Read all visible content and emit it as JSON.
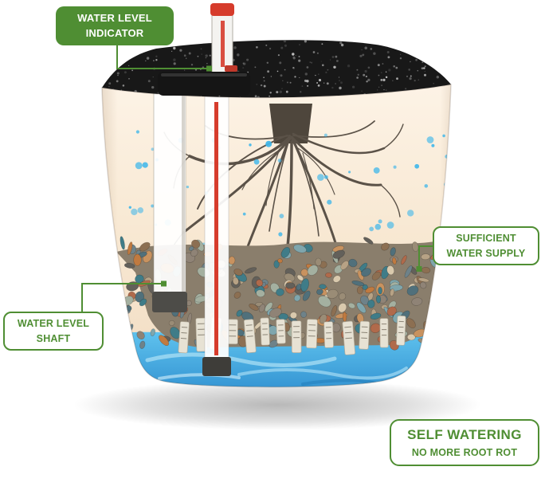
{
  "labels": {
    "indicator": {
      "line1": "WATER LEVEL",
      "line2": "INDICATOR"
    },
    "supply": {
      "line1": "SUFFICIENT",
      "line2": "WATER SUPPLY"
    },
    "shaft": {
      "line1": "WATER LEVEL",
      "line2": "SHAFT"
    },
    "self_watering": {
      "line1": "SELF WATERING",
      "line2": "NO MORE ROOT ROT"
    }
  },
  "colors": {
    "label_green": "#4f8e33",
    "pot_cream": "#f8ead6",
    "rim_dark": "#181818",
    "water_blue": "#3fa9e2",
    "droplet_blue": "#41b7ea",
    "root_brown": "#5b5248",
    "indicator_red": "#d63c2c"
  }
}
